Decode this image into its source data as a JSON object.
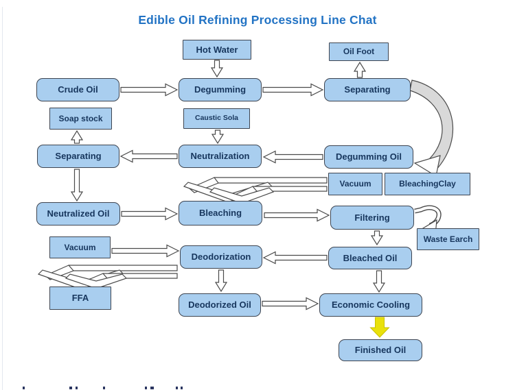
{
  "title": "Edible Oil Refining Processing Line Chat",
  "colors": {
    "box_fill": "#a9ceef",
    "box_border": "#3d4450",
    "box_text": "#17365d",
    "title_text": "#2273c4",
    "arrow_fill": "#ffffff",
    "arrow_stroke": "#4a4a4a",
    "curved_arrow_fill": "#d9d9d9",
    "final_arrow_yellow": "#e9e10b"
  },
  "nodes": {
    "hot_water": {
      "label": "Hot Water"
    },
    "oil_foot": {
      "label": "Oil Foot"
    },
    "crude_oil": {
      "label": "Crude Oil"
    },
    "degumming": {
      "label": "Degumming"
    },
    "separating_1": {
      "label": "Separating"
    },
    "soap_stock": {
      "label": "Soap stock"
    },
    "caustic_sola": {
      "label": "Caustic Sola"
    },
    "separating_2": {
      "label": "Separating"
    },
    "neutralization": {
      "label": "Neutralization"
    },
    "degumming_oil": {
      "label": "Degumming Oil"
    },
    "vacuum_1": {
      "label": "Vacuum"
    },
    "bleaching_clay": {
      "label": "BleachingClay"
    },
    "neutralized_oil": {
      "label": "Neutralized Oil"
    },
    "bleaching": {
      "label": "Bleaching"
    },
    "filtering": {
      "label": "Filtering"
    },
    "waste_earch": {
      "label": "Waste Earch"
    },
    "vacuum_2": {
      "label": "Vacuum"
    },
    "deodorization": {
      "label": "Deodorization"
    },
    "bleached_oil": {
      "label": "Bleached Oil"
    },
    "ffa": {
      "label": "FFA"
    },
    "deodorized_oil": {
      "label": "Deodorized Oil"
    },
    "economic_cooling": {
      "label": "Economic Cooling"
    },
    "finished_oil": {
      "label": "Finished Oil"
    }
  },
  "edges": [
    {
      "id": "e1",
      "from": "crude_oil",
      "to": "degumming",
      "style": "block"
    },
    {
      "id": "e2",
      "from": "hot_water",
      "to": "degumming",
      "style": "block"
    },
    {
      "id": "e3",
      "from": "degumming",
      "to": "separating_1",
      "style": "block"
    },
    {
      "id": "e4",
      "from": "separating_1",
      "to": "oil_foot",
      "style": "block"
    },
    {
      "id": "e5",
      "from": "separating_1",
      "to": "degumming_oil",
      "style": "curved"
    },
    {
      "id": "e6",
      "from": "degumming_oil",
      "to": "neutralization",
      "style": "block"
    },
    {
      "id": "e7",
      "from": "caustic_sola",
      "to": "neutralization",
      "style": "block"
    },
    {
      "id": "e8",
      "from": "neutralization",
      "to": "separating_2",
      "style": "block"
    },
    {
      "id": "e9",
      "from": "separating_2",
      "to": "soap_stock",
      "style": "block"
    },
    {
      "id": "e10",
      "from": "separating_2",
      "to": "neutralized_oil",
      "style": "block"
    },
    {
      "id": "e11",
      "from": "neutralized_oil",
      "to": "bleaching",
      "style": "block"
    },
    {
      "id": "e12",
      "from": "vacuum_1",
      "to": "bleaching",
      "style": "bent"
    },
    {
      "id": "e13",
      "from": "bleaching_clay",
      "to": "bleaching",
      "style": "bent"
    },
    {
      "id": "e14",
      "from": "bleaching",
      "to": "filtering",
      "style": "block"
    },
    {
      "id": "e15",
      "from": "filtering",
      "to": "waste_earch",
      "style": "loop"
    },
    {
      "id": "e16",
      "from": "filtering",
      "to": "bleached_oil",
      "style": "block"
    },
    {
      "id": "e17",
      "from": "bleached_oil",
      "to": "deodorization",
      "style": "block"
    },
    {
      "id": "e18",
      "from": "vacuum_2",
      "to": "deodorization",
      "style": "block"
    },
    {
      "id": "e19",
      "from": "deodorization",
      "to": "ffa",
      "style": "bent"
    },
    {
      "id": "e20",
      "from": "deodorization",
      "to": "ffa",
      "style": "bent"
    },
    {
      "id": "e21",
      "from": "deodorization",
      "to": "deodorized_oil",
      "style": "block"
    },
    {
      "id": "e22",
      "from": "deodorized_oil",
      "to": "economic_cooling",
      "style": "block"
    },
    {
      "id": "e23",
      "from": "bleached_oil",
      "to": "economic_cooling",
      "style": "block"
    },
    {
      "id": "e24",
      "from": "economic_cooling",
      "to": "finished_oil",
      "style": "solid-yellow"
    }
  ]
}
